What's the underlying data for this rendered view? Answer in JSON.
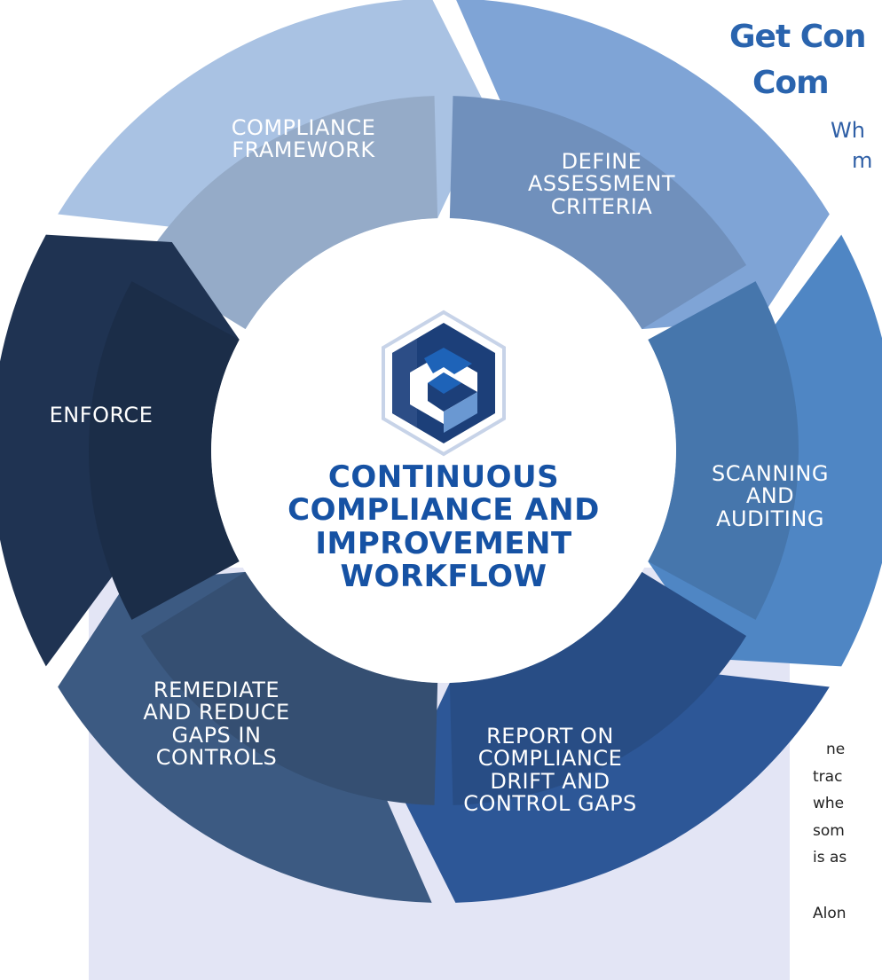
{
  "header": {
    "title_lines": [
      "Get Con",
      "Com"
    ],
    "subtitle_lines": [
      "Wh",
      "m"
    ]
  },
  "body_text": [
    "ne",
    "trac",
    "whe",
    "som",
    "is as",
    "Alon"
  ],
  "center": {
    "title_lines": [
      "CONTINUOUS",
      "COMPLIANCE AND",
      "IMPROVEMENT",
      "WORKFLOW"
    ],
    "logo_icon": "hexagon-c-logo-icon"
  },
  "segments": [
    {
      "name": "compliance-framework",
      "lines": [
        "COMPLIANCE",
        "FRAMEWORK"
      ],
      "color": "#a9c2e3"
    },
    {
      "name": "define-assessment-criteria",
      "lines": [
        "DEFINE",
        "ASSESSMENT",
        "CRITERIA"
      ],
      "color": "#7fa4d6"
    },
    {
      "name": "scanning-and-auditing",
      "lines": [
        "SCANNING",
        "AND",
        "AUDITING"
      ],
      "color": "#4f86c4"
    },
    {
      "name": "report-on-compliance-drift",
      "lines": [
        "REPORT ON",
        "COMPLIANCE",
        "DRIFT AND",
        "CONTROL GAPS"
      ],
      "color": "#2d5797"
    },
    {
      "name": "remediate-and-reduce-gaps",
      "lines": [
        "REMEDIATE",
        "AND REDUCE",
        "GAPS IN",
        "CONTROLS"
      ],
      "color": "#3c5a82"
    },
    {
      "name": "enforce",
      "lines": [
        "ENFORCE"
      ],
      "color": "#1f3352"
    }
  ],
  "colors": {
    "center_title": "#1652a4",
    "header_title": "#2a64ae",
    "panel_background": "#e3e5f5"
  }
}
